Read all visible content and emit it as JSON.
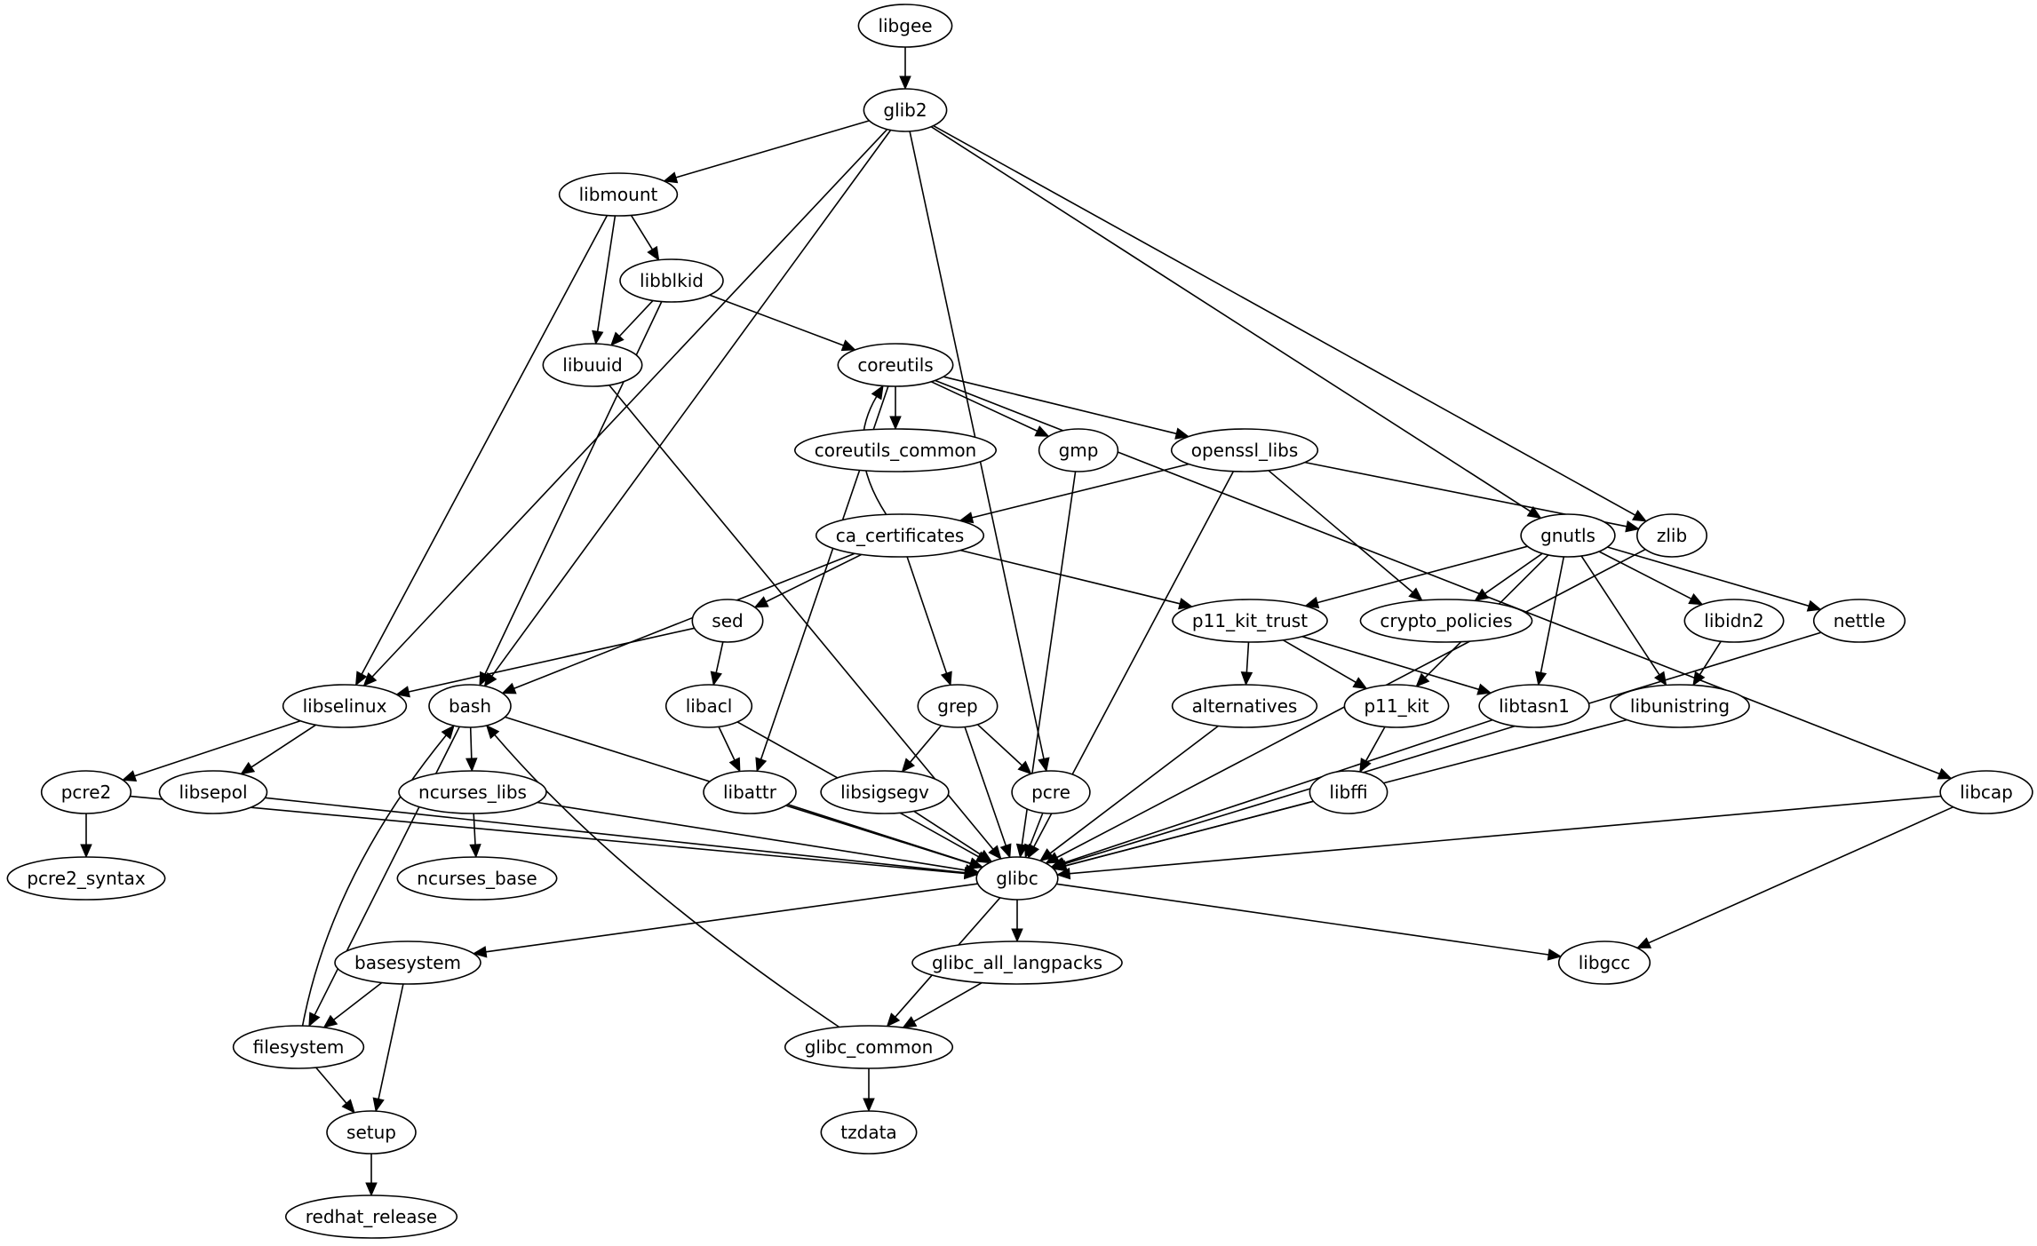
{
  "diagram": {
    "type": "directed-dependency-graph",
    "colors": {
      "node_stroke": "#000000",
      "node_fill": "#ffffff",
      "edge": "#000000",
      "background": "#ffffff"
    },
    "nodes": [
      {
        "id": "libgee",
        "label": "libgee"
      },
      {
        "id": "glib2",
        "label": "glib2"
      },
      {
        "id": "libmount",
        "label": "libmount"
      },
      {
        "id": "libblkid",
        "label": "libblkid"
      },
      {
        "id": "libuuid",
        "label": "libuuid"
      },
      {
        "id": "coreutils",
        "label": "coreutils"
      },
      {
        "id": "coreutils_common",
        "label": "coreutils_common"
      },
      {
        "id": "gmp",
        "label": "gmp"
      },
      {
        "id": "openssl_libs",
        "label": "openssl_libs"
      },
      {
        "id": "ca_certificates",
        "label": "ca_certificates"
      },
      {
        "id": "gnutls",
        "label": "gnutls"
      },
      {
        "id": "zlib",
        "label": "zlib"
      },
      {
        "id": "sed",
        "label": "sed"
      },
      {
        "id": "p11_kit_trust",
        "label": "p11_kit_trust"
      },
      {
        "id": "crypto_policies",
        "label": "crypto_policies"
      },
      {
        "id": "libidn2",
        "label": "libidn2"
      },
      {
        "id": "nettle",
        "label": "nettle"
      },
      {
        "id": "libselinux",
        "label": "libselinux"
      },
      {
        "id": "bash",
        "label": "bash"
      },
      {
        "id": "libacl",
        "label": "libacl"
      },
      {
        "id": "grep",
        "label": "grep"
      },
      {
        "id": "alternatives",
        "label": "alternatives"
      },
      {
        "id": "p11_kit",
        "label": "p11_kit"
      },
      {
        "id": "libtasn1",
        "label": "libtasn1"
      },
      {
        "id": "libunistring",
        "label": "libunistring"
      },
      {
        "id": "pcre2",
        "label": "pcre2"
      },
      {
        "id": "libsepol",
        "label": "libsepol"
      },
      {
        "id": "ncurses_libs",
        "label": "ncurses_libs"
      },
      {
        "id": "libattr",
        "label": "libattr"
      },
      {
        "id": "libsigsegv",
        "label": "libsigsegv"
      },
      {
        "id": "pcre",
        "label": "pcre"
      },
      {
        "id": "libffi",
        "label": "libffi"
      },
      {
        "id": "libcap",
        "label": "libcap"
      },
      {
        "id": "pcre2_syntax",
        "label": "pcre2_syntax"
      },
      {
        "id": "ncurses_base",
        "label": "ncurses_base"
      },
      {
        "id": "glibc",
        "label": "glibc"
      },
      {
        "id": "basesystem",
        "label": "basesystem"
      },
      {
        "id": "glibc_all_langpacks",
        "label": "glibc_all_langpacks"
      },
      {
        "id": "libgcc",
        "label": "libgcc"
      },
      {
        "id": "filesystem",
        "label": "filesystem"
      },
      {
        "id": "glibc_common",
        "label": "glibc_common"
      },
      {
        "id": "setup",
        "label": "setup"
      },
      {
        "id": "tzdata",
        "label": "tzdata"
      },
      {
        "id": "redhat_release",
        "label": "redhat_release"
      }
    ],
    "edges": [
      [
        "libgee",
        "glib2"
      ],
      [
        "glib2",
        "libmount"
      ],
      [
        "glib2",
        "libselinux"
      ],
      [
        "glib2",
        "bash"
      ],
      [
        "glib2",
        "pcre"
      ],
      [
        "glib2",
        "gnutls"
      ],
      [
        "glib2",
        "zlib"
      ],
      [
        "libmount",
        "libblkid"
      ],
      [
        "libmount",
        "libuuid"
      ],
      [
        "libmount",
        "libselinux"
      ],
      [
        "libblkid",
        "libuuid"
      ],
      [
        "libblkid",
        "coreutils"
      ],
      [
        "libblkid",
        "bash"
      ],
      [
        "libuuid",
        "glibc"
      ],
      [
        "coreutils",
        "coreutils_common"
      ],
      [
        "coreutils",
        "gmp"
      ],
      [
        "coreutils",
        "openssl_libs"
      ],
      [
        "coreutils",
        "libattr"
      ],
      [
        "coreutils",
        "libcap"
      ],
      [
        "gmp",
        "glibc"
      ],
      [
        "openssl_libs",
        "ca_certificates"
      ],
      [
        "openssl_libs",
        "zlib"
      ],
      [
        "openssl_libs",
        "crypto_policies"
      ],
      [
        "openssl_libs",
        "glibc"
      ],
      [
        "ca_certificates",
        "coreutils"
      ],
      [
        "ca_certificates",
        "bash"
      ],
      [
        "ca_certificates",
        "sed"
      ],
      [
        "ca_certificates",
        "grep"
      ],
      [
        "ca_certificates",
        "p11_kit_trust"
      ],
      [
        "gnutls",
        "p11_kit_trust"
      ],
      [
        "gnutls",
        "crypto_policies"
      ],
      [
        "gnutls",
        "p11_kit"
      ],
      [
        "gnutls",
        "libtasn1"
      ],
      [
        "gnutls",
        "libunistring"
      ],
      [
        "gnutls",
        "libidn2"
      ],
      [
        "gnutls",
        "nettle"
      ],
      [
        "zlib",
        "glibc"
      ],
      [
        "sed",
        "libselinux"
      ],
      [
        "sed",
        "libacl"
      ],
      [
        "p11_kit_trust",
        "alternatives"
      ],
      [
        "p11_kit_trust",
        "p11_kit"
      ],
      [
        "p11_kit_trust",
        "libtasn1"
      ],
      [
        "libidn2",
        "libunistring"
      ],
      [
        "nettle",
        "glibc"
      ],
      [
        "libselinux",
        "pcre2"
      ],
      [
        "libselinux",
        "libsepol"
      ],
      [
        "bash",
        "ncurses_libs"
      ],
      [
        "bash",
        "glibc"
      ],
      [
        "bash",
        "filesystem"
      ],
      [
        "libacl",
        "libattr"
      ],
      [
        "libacl",
        "glibc"
      ],
      [
        "grep",
        "libsigsegv"
      ],
      [
        "grep",
        "pcre"
      ],
      [
        "grep",
        "glibc"
      ],
      [
        "alternatives",
        "glibc"
      ],
      [
        "p11_kit",
        "libffi"
      ],
      [
        "libtasn1",
        "glibc"
      ],
      [
        "libunistring",
        "glibc"
      ],
      [
        "pcre2",
        "pcre2_syntax"
      ],
      [
        "pcre2",
        "glibc"
      ],
      [
        "libsepol",
        "glibc"
      ],
      [
        "ncurses_libs",
        "ncurses_base"
      ],
      [
        "ncurses_libs",
        "glibc"
      ],
      [
        "libattr",
        "glibc"
      ],
      [
        "libsigsegv",
        "glibc"
      ],
      [
        "pcre",
        "glibc"
      ],
      [
        "libffi",
        "glibc"
      ],
      [
        "libcap",
        "glibc"
      ],
      [
        "libcap",
        "libgcc"
      ],
      [
        "glibc",
        "basesystem"
      ],
      [
        "glibc",
        "glibc_all_langpacks"
      ],
      [
        "glibc",
        "glibc_common"
      ],
      [
        "glibc",
        "libgcc"
      ],
      [
        "glibc_all_langpacks",
        "glibc_common"
      ],
      [
        "basesystem",
        "filesystem"
      ],
      [
        "basesystem",
        "setup"
      ],
      [
        "filesystem",
        "bash"
      ],
      [
        "filesystem",
        "setup"
      ],
      [
        "glibc_common",
        "bash"
      ],
      [
        "glibc_common",
        "tzdata"
      ],
      [
        "setup",
        "redhat_release"
      ]
    ]
  }
}
